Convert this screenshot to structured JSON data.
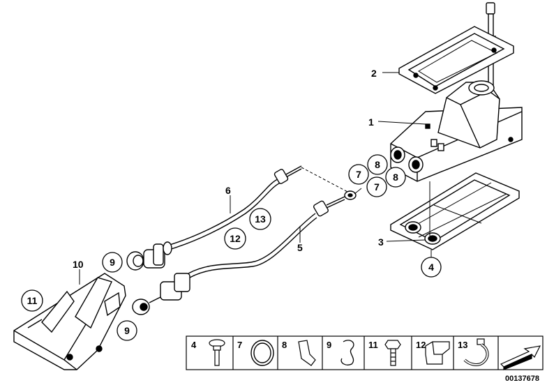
{
  "diagram": {
    "callouts": {
      "c1": "1",
      "c2": "2",
      "c3": "3",
      "c4": "4",
      "c5": "5",
      "c6": "6",
      "c7a": "7",
      "c7b": "7",
      "c8a": "8",
      "c8b": "8",
      "c9a": "9",
      "c9b": "9",
      "c10": "10",
      "c11": "11",
      "c12": "12",
      "c13": "13"
    },
    "legend": [
      "4",
      "7",
      "8",
      "9",
      "11",
      "12",
      "13"
    ],
    "drawing_code": "00137678"
  }
}
